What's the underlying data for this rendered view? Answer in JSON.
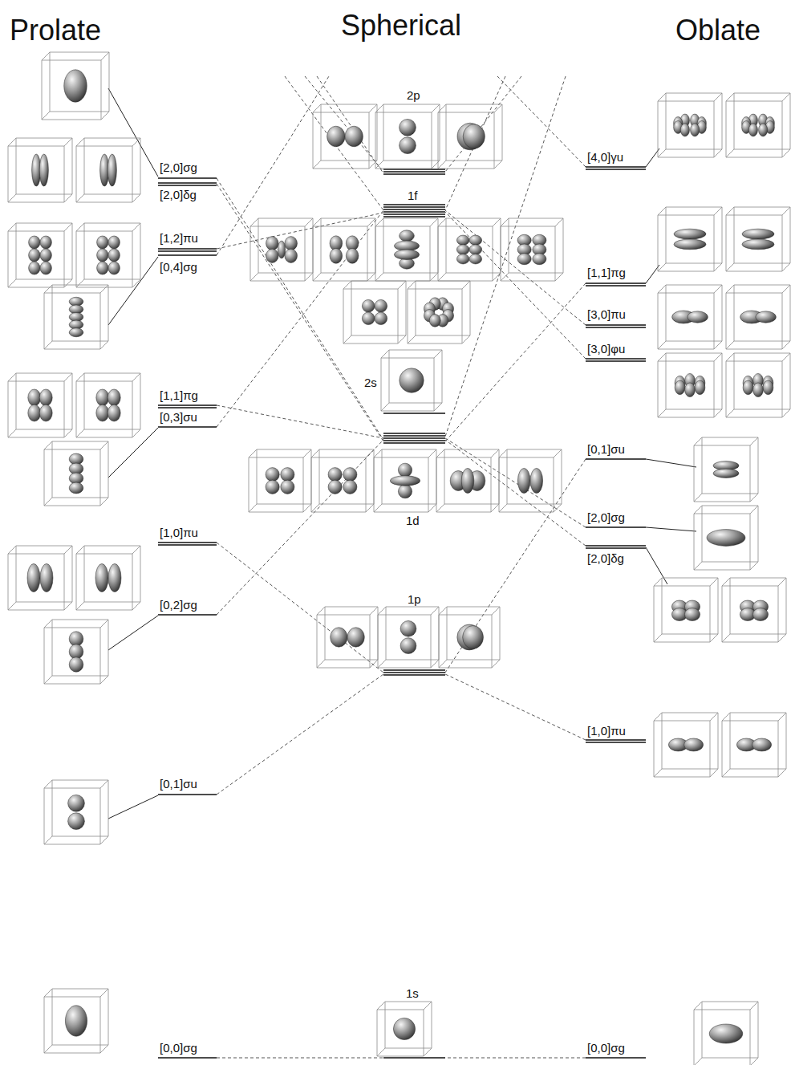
{
  "diagram": {
    "labels": [
      "Prolate",
      "Spherical",
      "Oblate",
      "[2,0]σg",
      "[2,0]δg",
      "[1,2]πu",
      "[0,4]σg",
      "[1,1]πg",
      "[0,3]σu",
      "[1,0]πu",
      "[0,2]σg",
      "[0,1]σu",
      "[0,0]σg",
      "2p",
      "1f",
      "2s",
      "1d",
      "1p",
      "1s",
      "[4,0]γu",
      "[1,1]πg",
      "[3,0]πu",
      "[3,0]φu",
      "[0,1]σu",
      "[2,0]σg",
      "[2,0]δg",
      "[1,0]πu",
      "[0,0]σg"
    ]
  }
}
